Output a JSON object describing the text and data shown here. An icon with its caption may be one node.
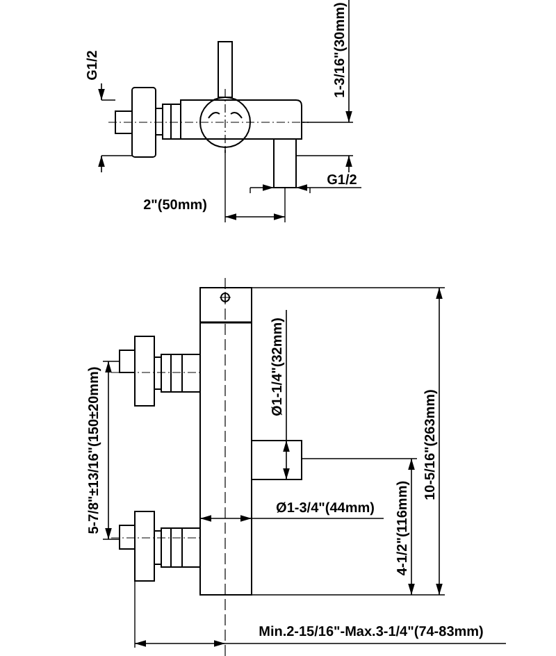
{
  "diagram": {
    "labels": [
      "G1/2",
      "1-3/16\"(30mm)",
      "G1/2",
      "2\"(50mm)",
      "Ø1-1/4\"(32mm)",
      "5-7/8\"±13/16\"(150±20mm)",
      "10-5/16\"(263mm)",
      "Ø1-3/4\"(44mm)",
      "4-1/2\"(116mm)",
      "Min.2-15/16\"-Max.3-1/4\"(74-83mm)"
    ]
  }
}
